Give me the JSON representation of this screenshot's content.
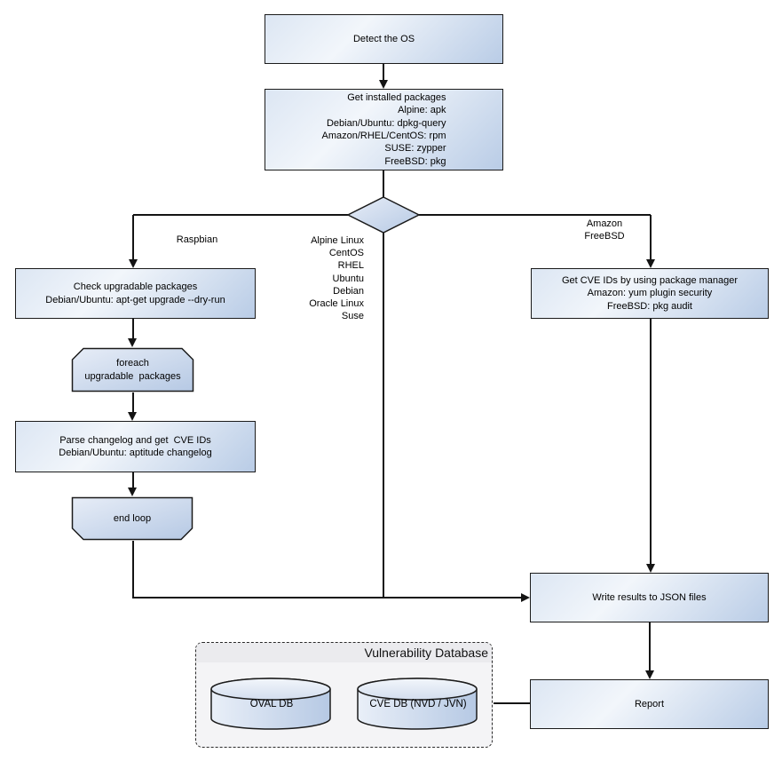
{
  "diagram": {
    "nodes": {
      "detect": "Detect the OS",
      "packages": "Get installed packages\nAlpine: apk\nDebian/Ubuntu: dpkg-query\nAmazon/RHEL/CentOS: rpm\nSUSE: zypper\nFreeBSD: pkg",
      "check_upgradable": "Check upgradable packages\nDebian/Ubuntu: apt-get upgrade --dry-run",
      "foreach_loop": "foreach\nupgradable  packages",
      "parse_changelog": "Parse changelog and get  CVE IDs\nDebian/Ubuntu: aptitude changelog",
      "end_loop": "end loop",
      "get_cve_ids": "Get CVE IDs by using package manager\nAmazon: yum plugin security\nFreeBSD: pkg audit",
      "write_results": "Write results to JSON files",
      "report": "Report"
    },
    "branch_labels": {
      "raspbian": "Raspbian",
      "os_list": "Alpine Linux\nCentOS\nRHEL\nUbuntu\nDebian\nOracle Linux\nSuse",
      "amazon_freebsd": "Amazon\nFreeBSD"
    },
    "vulndb": {
      "title": "Vulnerability Database",
      "oval_db": "OVAL DB",
      "cve_db": "CVE DB (NVD / JVN)"
    },
    "colors": {
      "node_fill_light": "#f2f6fb",
      "node_fill_mid": "#dce6f3",
      "node_fill_dark": "#b9cce6",
      "node_border": "#1b1b1b",
      "line": "#141414",
      "container_fill": "#f4f4f6",
      "container_title_fill": "#ebebee",
      "container_border": "#2a2a2a"
    }
  }
}
